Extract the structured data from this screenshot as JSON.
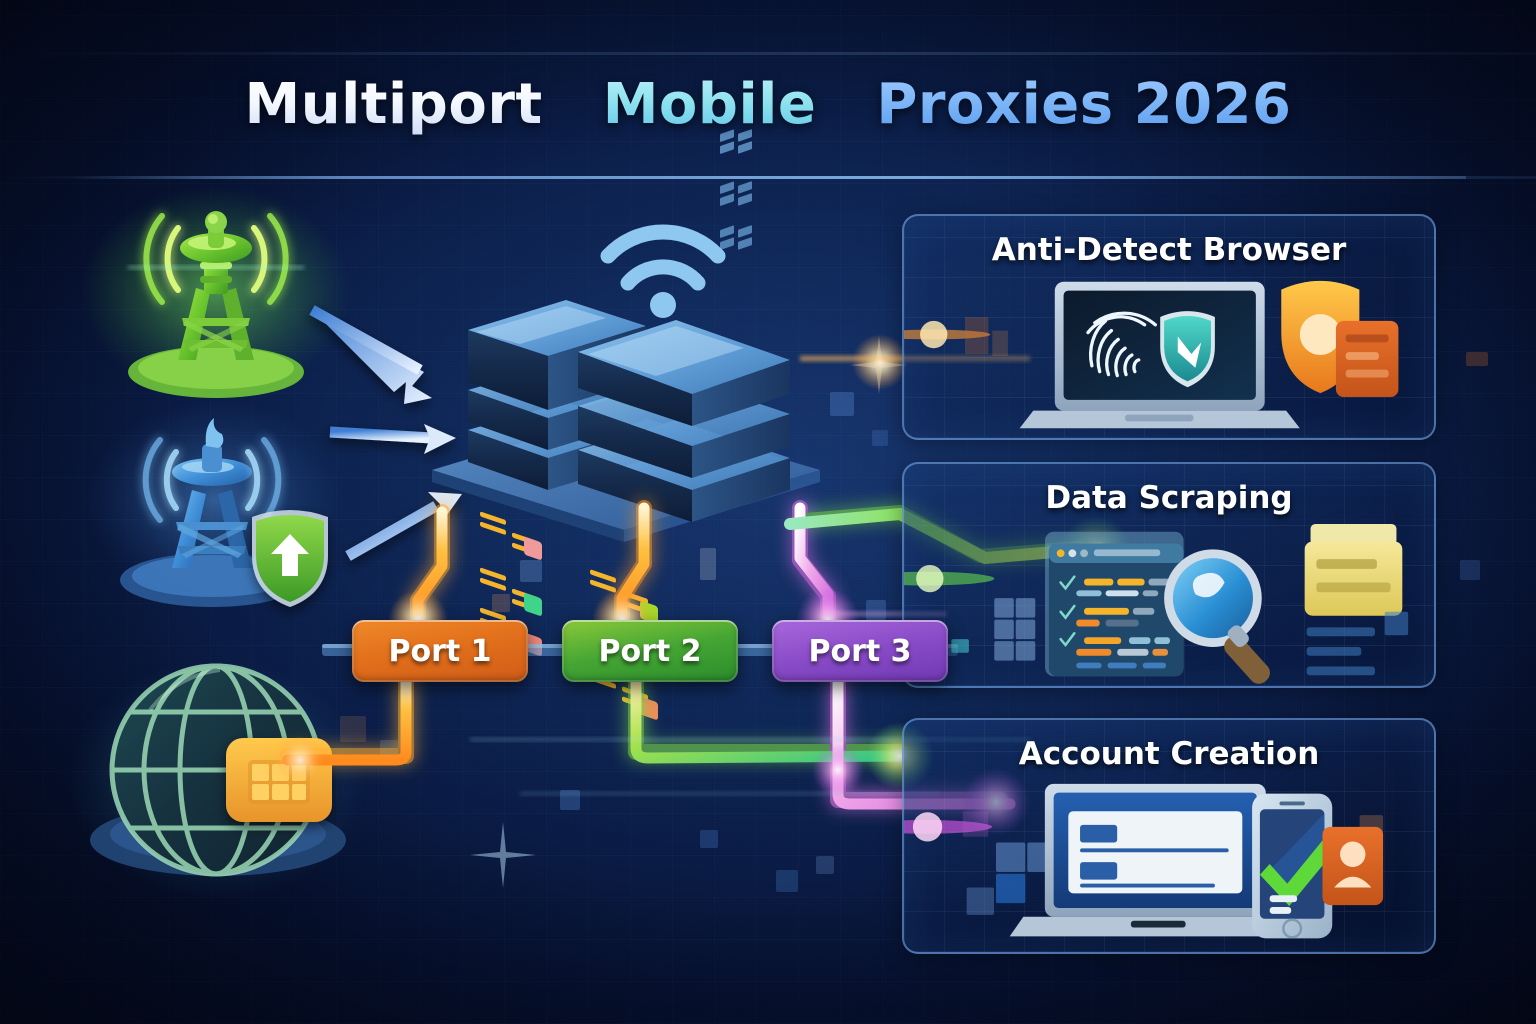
{
  "title": {
    "part1": "Multiport",
    "part2": "Mobile",
    "part3": "Proxies 2026",
    "full": "Multiport Mobile Proxies 2026"
  },
  "ports": [
    {
      "label": "Port 1",
      "color": "#e2701c"
    },
    {
      "label": "Port 2",
      "color": "#46a634"
    },
    {
      "label": "Port 3",
      "color": "#8a4cc8"
    }
  ],
  "panels": [
    {
      "title": "Anti-Detect Browser"
    },
    {
      "title": "Data Scraping"
    },
    {
      "title": "Account Creation"
    }
  ],
  "sources": [
    {
      "name": "cell-tower-green"
    },
    {
      "name": "cell-tower-blue"
    },
    {
      "name": "shield-upload"
    },
    {
      "name": "globe"
    },
    {
      "name": "sim-card"
    }
  ],
  "hub": {
    "name": "server-rack",
    "wifi": "wifi-icon"
  },
  "colors": {
    "background": "#0a1c46",
    "accent_blue": "#74a6e6",
    "port1": "#e2701c",
    "port2": "#46a634",
    "port3": "#8a4cc8",
    "title_white": "#ffffff",
    "title_cyan": "#8fe3f0",
    "title_blue": "#7ab4f7"
  }
}
